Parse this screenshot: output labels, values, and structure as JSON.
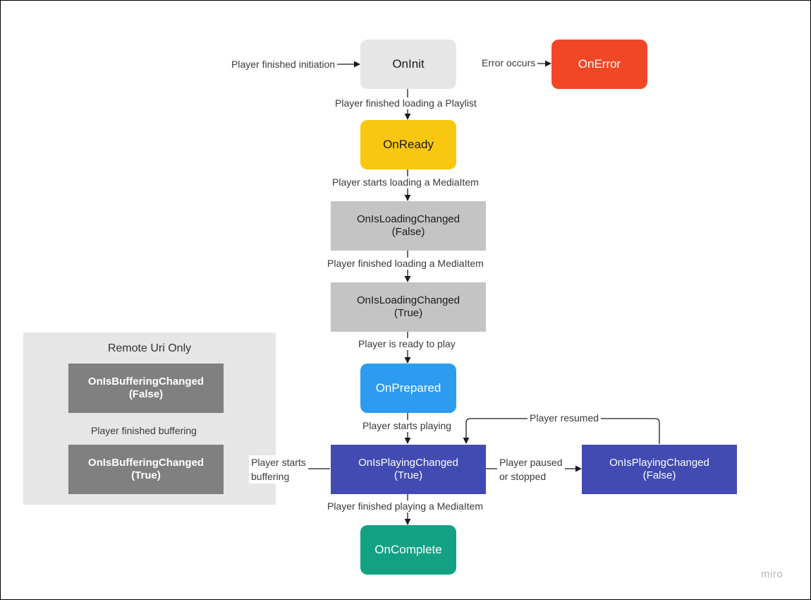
{
  "states": {
    "on_init": "OnInit",
    "on_error": "OnError",
    "on_ready": "OnReady",
    "loading_false": "OnIsLoadingChanged\n(False)",
    "loading_true": "OnIsLoadingChanged\n(True)",
    "on_prepared": "OnPrepared",
    "playing_true": "OnIsPlayingChanged\n(True)",
    "playing_false": "OnIsPlayingChanged\n(False)",
    "buffering_false": "OnIsBufferingChanged\n(False)",
    "buffering_true": "OnIsBufferingChanged\n(True)",
    "on_complete": "OnComplete"
  },
  "transitions": {
    "finished_initiation": "Player finished initiation",
    "error_occurs": "Error occurs",
    "finished_loading_playlist": "Player finished loading a Playlist",
    "starts_loading_mediaitem": "Player starts loading a MediaItem",
    "finished_loading_mediaitem": "Player finished loading a MediaItem",
    "ready_to_play": "Player is ready to play",
    "starts_playing": "Player starts playing",
    "resumed": "Player resumed",
    "paused_or_stopped": "Player paused\nor stopped",
    "starts_buffering": "Player starts\nbuffering",
    "finished_buffering": "Player finished buffering",
    "finished_playing_mediaitem": "Player finished playing a MediaItem"
  },
  "group": {
    "title": "Remote Uri Only"
  },
  "watermark": "miro",
  "colors": {
    "init": "#e6e6e6",
    "error": "#f24726",
    "ready": "#fac710",
    "loading": "#c4c4c4",
    "prepared": "#2d9bf0",
    "playing": "#414bb2",
    "buffering": "#808080",
    "complete": "#12a283",
    "connector": "#1a1a1a"
  }
}
